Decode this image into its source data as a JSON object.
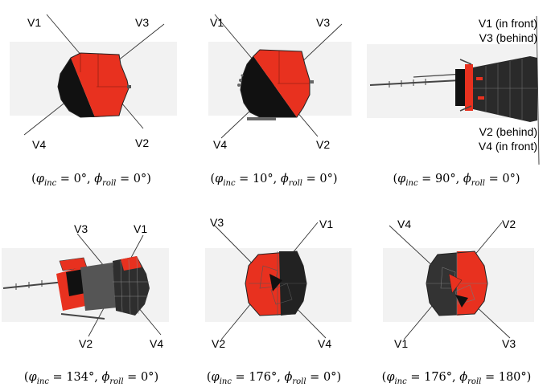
{
  "colors": {
    "red": "#e8311f",
    "black": "#111111",
    "shade": "#f2f2f2",
    "wire": "#444444"
  },
  "panels": [
    {
      "caption": {
        "inc": "0°",
        "roll": "0°"
      },
      "labels": [
        "V1",
        "V3",
        "V4",
        "V2"
      ]
    },
    {
      "caption": {
        "inc": "10°",
        "roll": "0°"
      },
      "labels": [
        "V1",
        "V3",
        "V4",
        "V2"
      ]
    },
    {
      "caption": {
        "inc": "90°",
        "roll": "0°"
      },
      "labels": [
        "V1 (in front)",
        "V3 (behind)",
        "V2 (behind)",
        "V4 (in front)"
      ]
    },
    {
      "caption": {
        "inc": "134°",
        "roll": "0°"
      },
      "labels": [
        "V3",
        "V1",
        "V2",
        "V4"
      ]
    },
    {
      "caption": {
        "inc": "176°",
        "roll": "0°"
      },
      "labels": [
        "V3",
        "V1",
        "V2",
        "V4"
      ]
    },
    {
      "caption": {
        "inc": "176°",
        "roll": "180°"
      },
      "labels": [
        "V4",
        "V2",
        "V1",
        "V3"
      ]
    }
  ],
  "caption_symbols": {
    "varphi": "φ",
    "phi": "ϕ",
    "inc": "inc",
    "roll": "roll",
    "eq": " = ",
    "comma": ", "
  }
}
